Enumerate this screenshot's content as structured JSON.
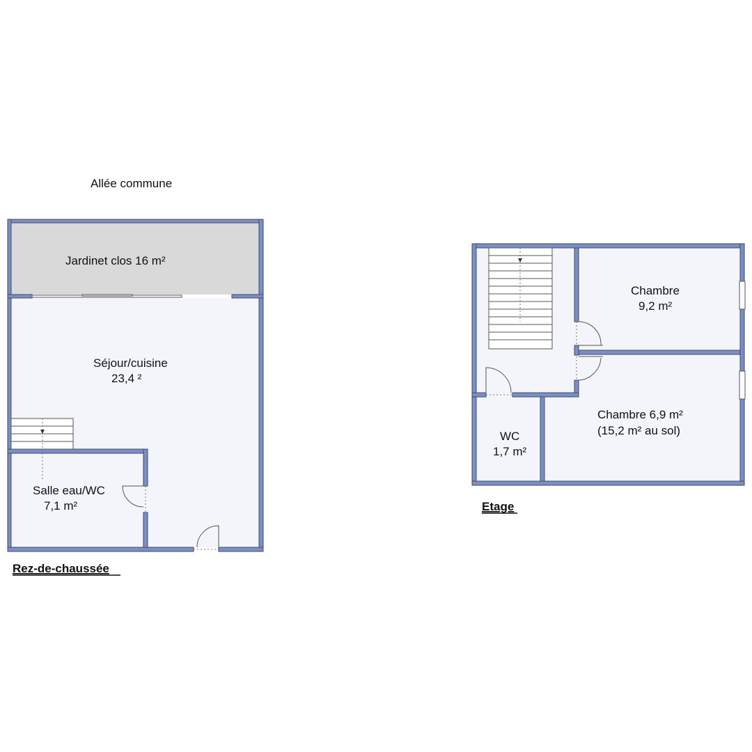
{
  "ground_floor": {
    "title": "Rez-de-chaussée",
    "outside_label": "Allée commune",
    "rooms": [
      {
        "name": "Jardinet clos 16 m²"
      },
      {
        "name": "Séjour/cuisine",
        "area": "23,4 ²"
      },
      {
        "name": "Salle eau/WC",
        "area": "7,1 m²"
      }
    ]
  },
  "upper_floor": {
    "title": "Etage",
    "rooms": [
      {
        "name": "Chambre",
        "area": "9,2 m²"
      },
      {
        "name": "Chambre 6,9 m²",
        "area": "(15,2 m² au sol)"
      },
      {
        "name": "WC",
        "area": "1,7 m²"
      }
    ]
  },
  "colors": {
    "wall": "#7b8fc7",
    "room_fill": "#f4f5fb",
    "garden_fill": "#d9d9d9"
  }
}
